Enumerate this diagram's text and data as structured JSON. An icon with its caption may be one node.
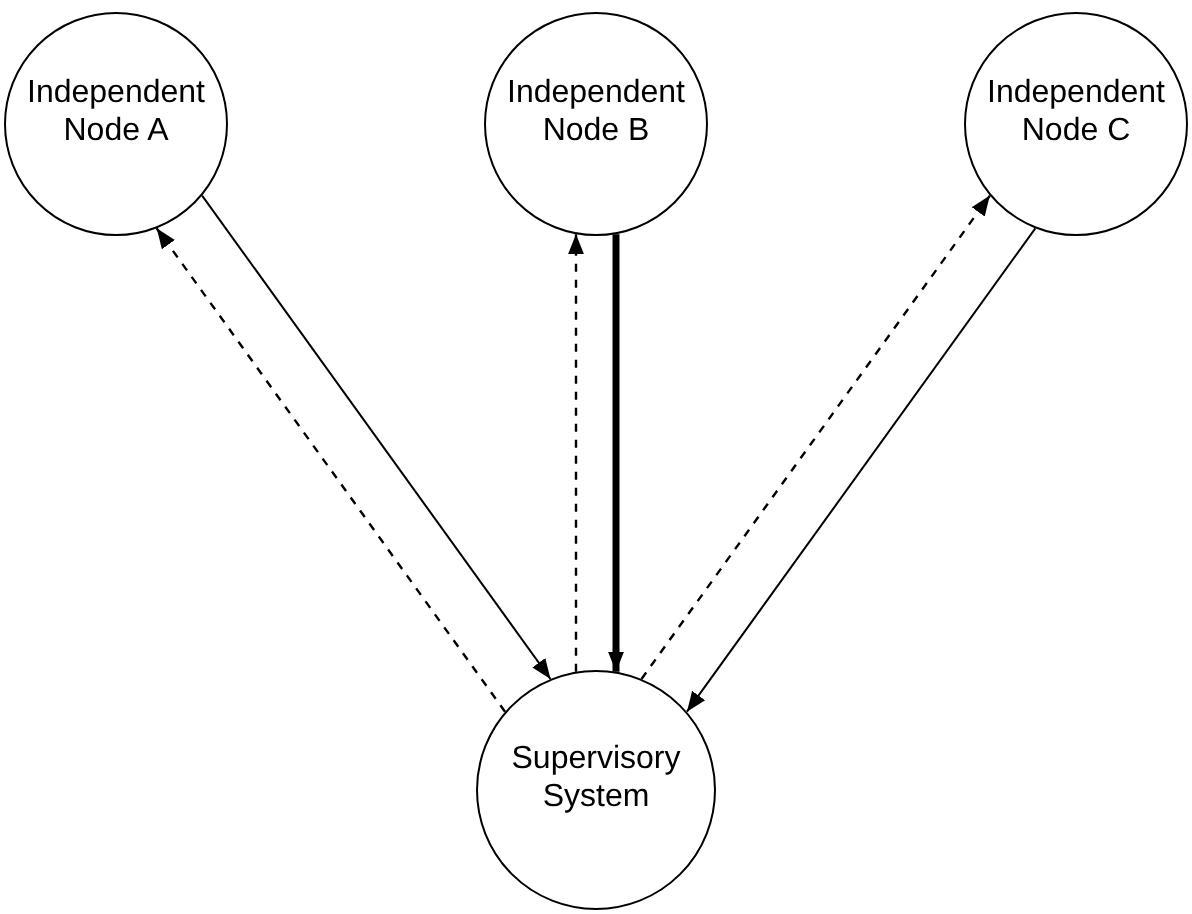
{
  "diagram": {
    "nodes": [
      {
        "text": [
          "Independent Node A"
        ]
      },
      {
        "text": [
          "Independent Node B"
        ]
      },
      {
        "text": [
          "Independent Node C"
        ]
      },
      {
        "text": [
          "Supervisory System"
        ]
      }
    ],
    "edges": [
      {
        "from": 0,
        "to": 3,
        "arrow": "to"
      },
      {
        "from": 3,
        "to": 0,
        "arrow": "to",
        "style": "dashed"
      },
      {
        "from": 1,
        "to": 3,
        "arrow": "to",
        "style": "thick"
      },
      {
        "from": 3,
        "to": 1,
        "arrow": "to",
        "style": "dashed"
      },
      {
        "from": 2,
        "to": 3,
        "arrow": "to"
      },
      {
        "from": 3,
        "to": 2,
        "arrow": "to",
        "style": "dashed"
      }
    ]
  }
}
